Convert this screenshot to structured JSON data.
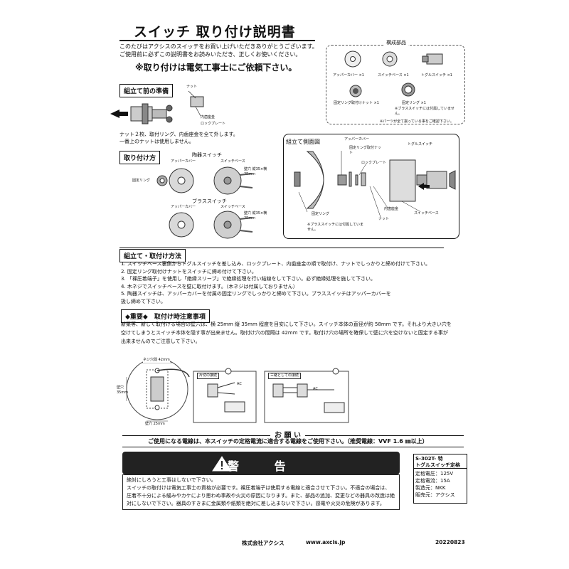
{
  "title": "スイッチ 取り付け説明書",
  "intro": [
    "このたびはアクシスのスイッチをお買い上げいただきありがとうございます。",
    "ご使用前に必ずこの説明書をお読みいただき、正しくお使いください。"
  ],
  "warning_big": "※取り付けは電気工事士にご依頼下さい。",
  "parts": {
    "heading": "構成部品",
    "items": [
      "アッパーカバー ×1",
      "スイッチベース ×1",
      "トグルスイッチ ×1",
      "固定リング取付けナット ×1",
      "固定リング ×1"
    ],
    "brass_note": "※ブラススイッチには付属していません。",
    "footnote": "※パーツが全て揃っている事をご確認下さい。"
  },
  "prep": {
    "heading": "組立て前の準備",
    "label_nut": "ナット",
    "label_washer": "内歯座金",
    "label_lockplate": "ロックプレート",
    "text": [
      "ナット２枚、取付リング、内歯座金を全て外します。",
      "一番上のナットは使用しません。"
    ]
  },
  "mount": {
    "heading": "取り付け方",
    "ceramic_title": "陶器スイッチ",
    "brass_title": "ブラススイッチ",
    "upper_cover": "アッパーカバー",
    "switch_base": "スイッチベース",
    "fixing_ring": "固定リング",
    "hole_size": "壁穴 縦35×横25mm"
  },
  "side_view": {
    "heading": "組立て側面図",
    "upper_cover": "アッパーカバー",
    "ring_nut": "固定リング取付ナット",
    "lock_plate": "ロックプレート",
    "toggle": "トグルスイッチ",
    "washer": "内歯座金",
    "nut": "ナット",
    "switch_base": "スイッチベース",
    "fixing_ring": "固定リング",
    "brass_note": "※ブラススイッチには付属していません。"
  },
  "method": {
    "heading": "組立て・取付け方法",
    "steps": [
      "1.  スイッチベース裏側からトグルスイッチを差し込み、ロックプレート、内歯座金の順で取付け、ナットでしっかりと締め付けて下さい。",
      "2.  固定リング取付けナットをスイッチに締め付けて下さい。",
      "3.  「裸圧着端子」を使用し「絶縁スリーブ」で絶縁処理を行い結線をして下さい。必ず絶縁処理を施して下さい。",
      "4.  木ネジでスイッチベースを壁に取付けます。（木ネジは付属しておりません）",
      "5.  陶器スイッチは、アッパーカバーを付属の固定リングでしっかりと締めて下さい。ブラススイッチはアッパーカバーを",
      "      扱し締めて下さい。"
    ]
  },
  "important": {
    "heading": "◆重要◆　取付け時注意事項",
    "lines": [
      "新築等、新しく取付ける場合の壁穴は、横 25mm 縦 35mm 程度を目安にして下さい。スイッチ本体の直径が約 58mm です。それより大きい穴を",
      "空けてしまうとスイッチ本体を隠す事が出来ません。取付け穴の間隔は 42mm です。取付け穴の場所を確保して壁に穴を空けないと固定する事が",
      "出来ませんのでご注意して下さい。"
    ]
  },
  "diagrams": {
    "screw_pitch": "ネジ穴間 42mm",
    "hole_h": "壁穴 35mm",
    "hole_w": "壁穴 25mm",
    "single": "片切の接続",
    "threeway": "三路としての接続",
    "ac": "AC"
  },
  "request": {
    "heading": "お 願 い",
    "text": "ご使用になる電線は、本スイッチの定格電流に適合する電線をご使用下さい。（推奨電線：VVF 1.6 ㎜以上）"
  },
  "keigo": {
    "title": "警 告",
    "lines": [
      "絶対にしろうと工事はしないで下さい。",
      "スイッチの取付けは電気工事士の資格が必要です。裸圧着端子は使用する電線と適合させて下さい。不適合の場合は、",
      "圧着不十分による緩みやカケにより思わぬ事故や火災の原因になります。また、部品の追加、変更などの器具の改造は絶",
      "対にしないで下さい。器具のすきまに金属類や紙類を絶対に差し込まないで下さい。感電や火災の危険があります。"
    ]
  },
  "spec": {
    "model": "S-302T- 特",
    "name": "トグルスイッチ定格",
    "rows": [
      "定格電圧：125V",
      "定格電流：15A",
      "製造元：NKK",
      "販売元：アクシス"
    ]
  },
  "footer": {
    "company": "株式会社アクシス",
    "url": "www.axcis.jp",
    "code": "20220823"
  }
}
